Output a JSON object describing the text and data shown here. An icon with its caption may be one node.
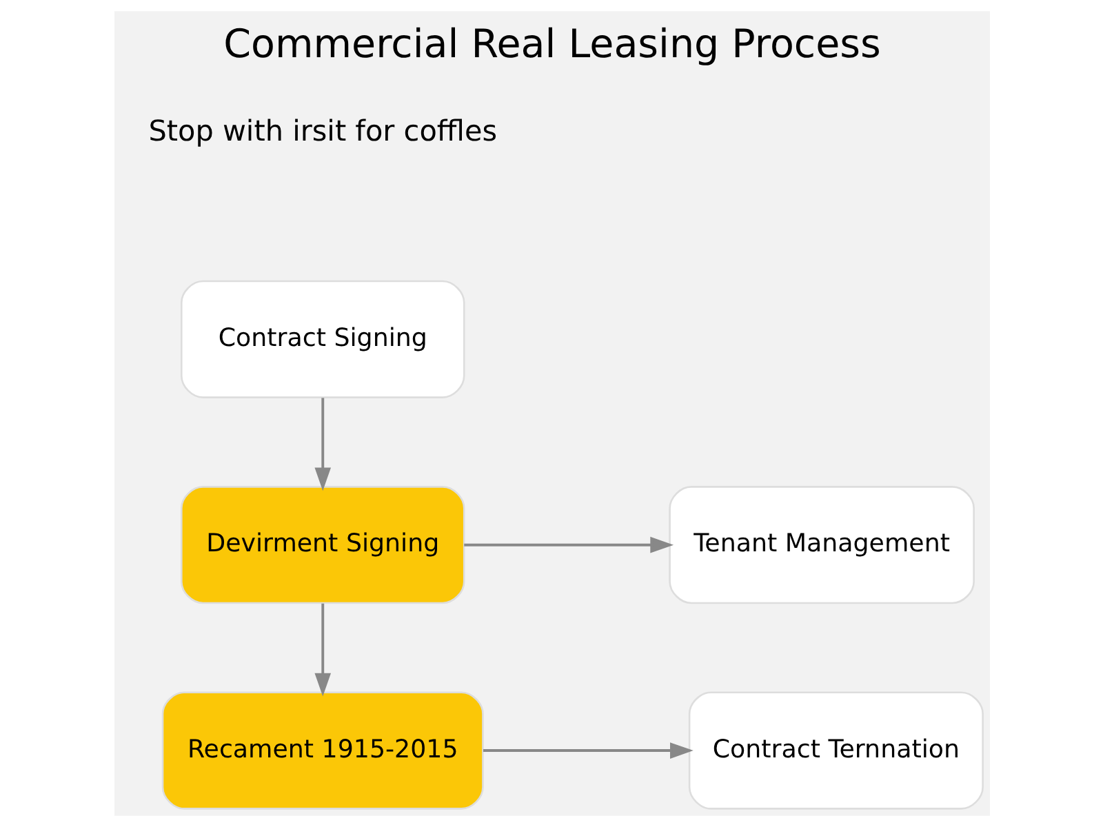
{
  "diagram": {
    "title": "Commercial Real Leasing Process",
    "nodes": [
      {
        "text": [
          "Contract Signing"
        ]
      },
      {
        "text": [
          "Devirment Signing"
        ]
      },
      {
        "text": [
          "Tenant Management"
        ]
      },
      {
        "text": [
          "Recament 1915-2015"
        ]
      },
      {
        "text": [
          "Contract Ternnation"
        ]
      }
    ],
    "edges": [
      {
        "from": 0,
        "to": 1,
        "arrow": "to"
      },
      {
        "from": 1,
        "to": 2,
        "arrow": "to"
      },
      {
        "from": 1,
        "to": 3,
        "arrow": "to"
      },
      {
        "from": 3,
        "to": 4,
        "arrow": "to"
      }
    ],
    "labels": [
      "Stop with irsit for coffles"
    ]
  }
}
